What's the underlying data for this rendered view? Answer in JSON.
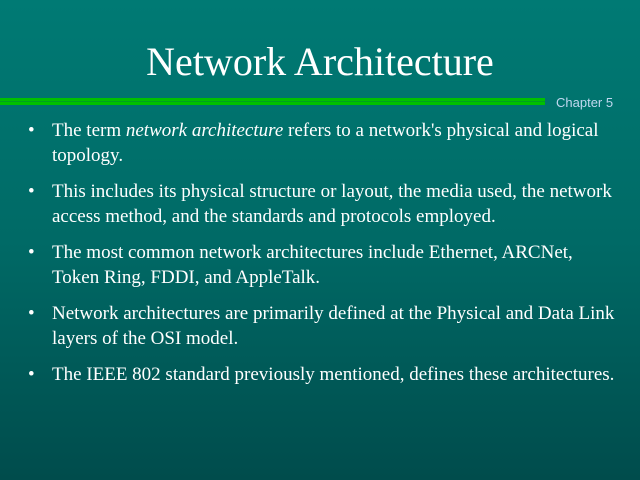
{
  "slide": {
    "title": "Network Architecture",
    "chapter": "Chapter 5",
    "bullets": [
      {
        "pre": "The term ",
        "em": "network architecture",
        "post": " refers to a network's physical and logical topology."
      },
      {
        "text": "This includes its physical structure or layout, the media used, the network access method, and the standards and protocols employed."
      },
      {
        "text": "The most common network architectures include Ethernet, ARCNet, Token Ring, FDDI, and AppleTalk."
      },
      {
        "text": "Network architectures are primarily defined at the Physical and Data Link layers of the OSI model."
      },
      {
        "text": "The IEEE 802 standard previously mentioned, defines these architectures."
      }
    ],
    "bullet_glyph": "•"
  }
}
